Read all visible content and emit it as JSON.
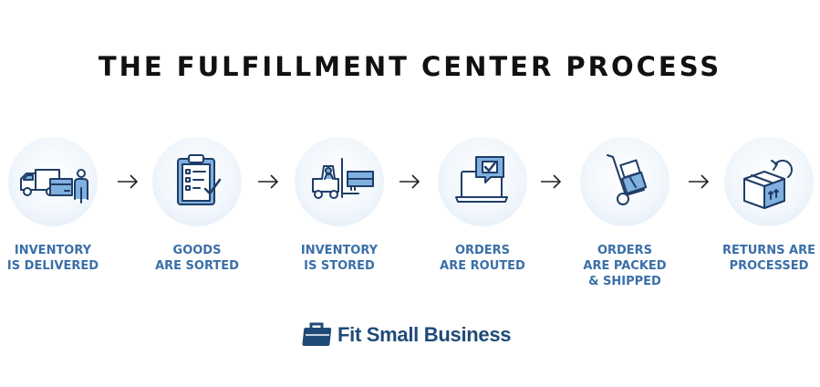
{
  "title": "THE FULFILLMENT CENTER PROCESS",
  "steps": [
    {
      "icon": "delivery-truck-icon",
      "lines": [
        "INVENTORY",
        "IS DELIVERED"
      ]
    },
    {
      "icon": "clipboard-checklist-icon",
      "lines": [
        "GOODS",
        "ARE SORTED"
      ]
    },
    {
      "icon": "forklift-icon",
      "lines": [
        "INVENTORY",
        "IS STORED"
      ]
    },
    {
      "icon": "laptop-check-icon",
      "lines": [
        "ORDERS",
        "ARE ROUTED"
      ]
    },
    {
      "icon": "hand-truck-icon",
      "lines": [
        "ORDERS",
        "ARE PACKED",
        "& SHIPPED"
      ]
    },
    {
      "icon": "return-box-icon",
      "lines": [
        "RETURNS ARE",
        "PROCESSED"
      ]
    }
  ],
  "brand": {
    "name": "Fit Small Business",
    "icon": "briefcase-icon"
  },
  "colors": {
    "label": "#3a6fa8",
    "icon": "#1f3d66",
    "accent": "#7fb0e0",
    "title": "#111111"
  }
}
